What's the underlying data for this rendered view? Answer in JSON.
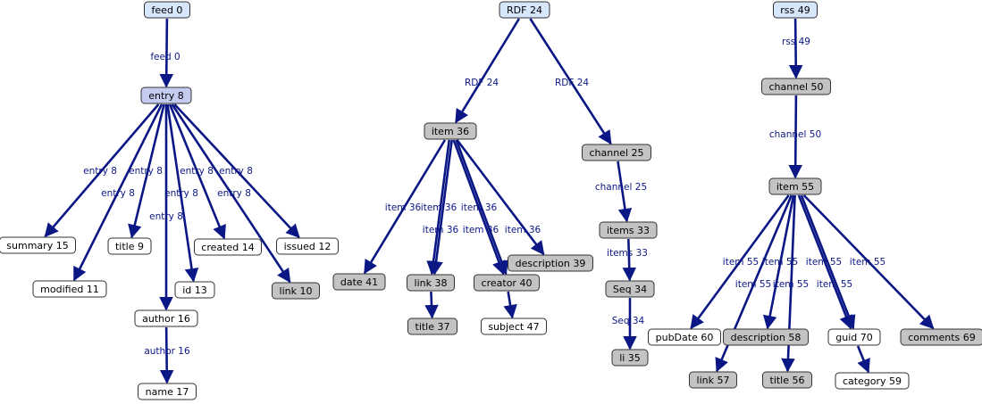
{
  "colors": {
    "edge": "#0b1785",
    "node_root": "#d6e6fb",
    "node_selected": "#c3cbf0",
    "node_gray": "#c3c3c3",
    "node_white": "#ffffff"
  },
  "diagram": {
    "nodes": [
      {
        "id": "feed0",
        "label": "feed 0",
        "style": "root"
      },
      {
        "id": "entry8",
        "label": "entry 8",
        "style": "selected"
      },
      {
        "id": "summary15",
        "label": "summary 15",
        "style": "white"
      },
      {
        "id": "modified11",
        "label": "modified 11",
        "style": "white"
      },
      {
        "id": "title9",
        "label": "title 9",
        "style": "white"
      },
      {
        "id": "id13",
        "label": "id 13",
        "style": "white"
      },
      {
        "id": "created14",
        "label": "created 14",
        "style": "white"
      },
      {
        "id": "issued12",
        "label": "issued 12",
        "style": "white"
      },
      {
        "id": "link10",
        "label": "link 10",
        "style": "gray"
      },
      {
        "id": "author16",
        "label": "author 16",
        "style": "white"
      },
      {
        "id": "name17",
        "label": "name 17",
        "style": "white"
      },
      {
        "id": "rdf24",
        "label": "RDF 24",
        "style": "root"
      },
      {
        "id": "item36",
        "label": "item 36",
        "style": "gray"
      },
      {
        "id": "channel25",
        "label": "channel 25",
        "style": "gray"
      },
      {
        "id": "date41",
        "label": "date 41",
        "style": "gray"
      },
      {
        "id": "link38",
        "label": "link 38",
        "style": "gray"
      },
      {
        "id": "creator40",
        "label": "creator 40",
        "style": "gray"
      },
      {
        "id": "description39",
        "label": "description 39",
        "style": "gray"
      },
      {
        "id": "title37",
        "label": "title 37",
        "style": "gray"
      },
      {
        "id": "subject47",
        "label": "subject 47",
        "style": "white"
      },
      {
        "id": "items33",
        "label": "items 33",
        "style": "gray"
      },
      {
        "id": "seq34",
        "label": "Seq 34",
        "style": "gray"
      },
      {
        "id": "li35",
        "label": "li 35",
        "style": "gray"
      },
      {
        "id": "rss49",
        "label": "rss 49",
        "style": "root"
      },
      {
        "id": "channel50",
        "label": "channel 50",
        "style": "gray"
      },
      {
        "id": "item55",
        "label": "item 55",
        "style": "gray"
      },
      {
        "id": "pubdate60",
        "label": "pubDate 60",
        "style": "white"
      },
      {
        "id": "description58",
        "label": "description 58",
        "style": "gray"
      },
      {
        "id": "guid70",
        "label": "guid 70",
        "style": "white"
      },
      {
        "id": "comments69",
        "label": "comments 69",
        "style": "gray"
      },
      {
        "id": "link57",
        "label": "link 57",
        "style": "gray"
      },
      {
        "id": "title56",
        "label": "title 56",
        "style": "gray"
      },
      {
        "id": "category59",
        "label": "category 59",
        "style": "white"
      }
    ],
    "edges": [
      {
        "from": "feed0",
        "to": "entry8",
        "label": "feed 0"
      },
      {
        "from": "entry8",
        "to": "summary15",
        "label": "entry 8"
      },
      {
        "from": "entry8",
        "to": "modified11",
        "label": "entry 8"
      },
      {
        "from": "entry8",
        "to": "title9",
        "label": "entry 8"
      },
      {
        "from": "entry8",
        "to": "author16",
        "label": "entry 8"
      },
      {
        "from": "entry8",
        "to": "id13",
        "label": "entry 8"
      },
      {
        "from": "entry8",
        "to": "created14",
        "label": "entry 8"
      },
      {
        "from": "entry8",
        "to": "link10",
        "label": "entry 8"
      },
      {
        "from": "entry8",
        "to": "issued12",
        "label": "entry 8"
      },
      {
        "from": "author16",
        "to": "name17",
        "label": "author 16"
      },
      {
        "from": "rdf24",
        "to": "item36",
        "label": "RDF 24"
      },
      {
        "from": "rdf24",
        "to": "channel25",
        "label": "RDF 24"
      },
      {
        "from": "item36",
        "to": "date41",
        "label": "item 36"
      },
      {
        "from": "item36",
        "to": "link38",
        "label": "item 36"
      },
      {
        "from": "item36",
        "to": "link38",
        "label": "item 36"
      },
      {
        "from": "item36",
        "to": "creator40",
        "label": "item 36"
      },
      {
        "from": "item36",
        "to": "creator40",
        "label": "item 36"
      },
      {
        "from": "item36",
        "to": "description39",
        "label": "item 36"
      },
      {
        "from": "link38",
        "to": "title37",
        "label": ""
      },
      {
        "from": "creator40",
        "to": "subject47",
        "label": ""
      },
      {
        "from": "channel25",
        "to": "items33",
        "label": "channel 25"
      },
      {
        "from": "items33",
        "to": "seq34",
        "label": "items 33"
      },
      {
        "from": "seq34",
        "to": "li35",
        "label": "Seq 34"
      },
      {
        "from": "rss49",
        "to": "channel50",
        "label": "rss 49"
      },
      {
        "from": "channel50",
        "to": "item55",
        "label": "channel 50"
      },
      {
        "from": "item55",
        "to": "pubdate60",
        "label": "item 55"
      },
      {
        "from": "item55",
        "to": "link57",
        "label": "item 55"
      },
      {
        "from": "item55",
        "to": "description58",
        "label": "item 55"
      },
      {
        "from": "item55",
        "to": "title56",
        "label": "item 55"
      },
      {
        "from": "item55",
        "to": "guid70",
        "label": "item 55"
      },
      {
        "from": "item55",
        "to": "guid70",
        "label": "item 55"
      },
      {
        "from": "item55",
        "to": "comments69",
        "label": "item 55"
      },
      {
        "from": "guid70",
        "to": "category59",
        "label": ""
      }
    ]
  }
}
